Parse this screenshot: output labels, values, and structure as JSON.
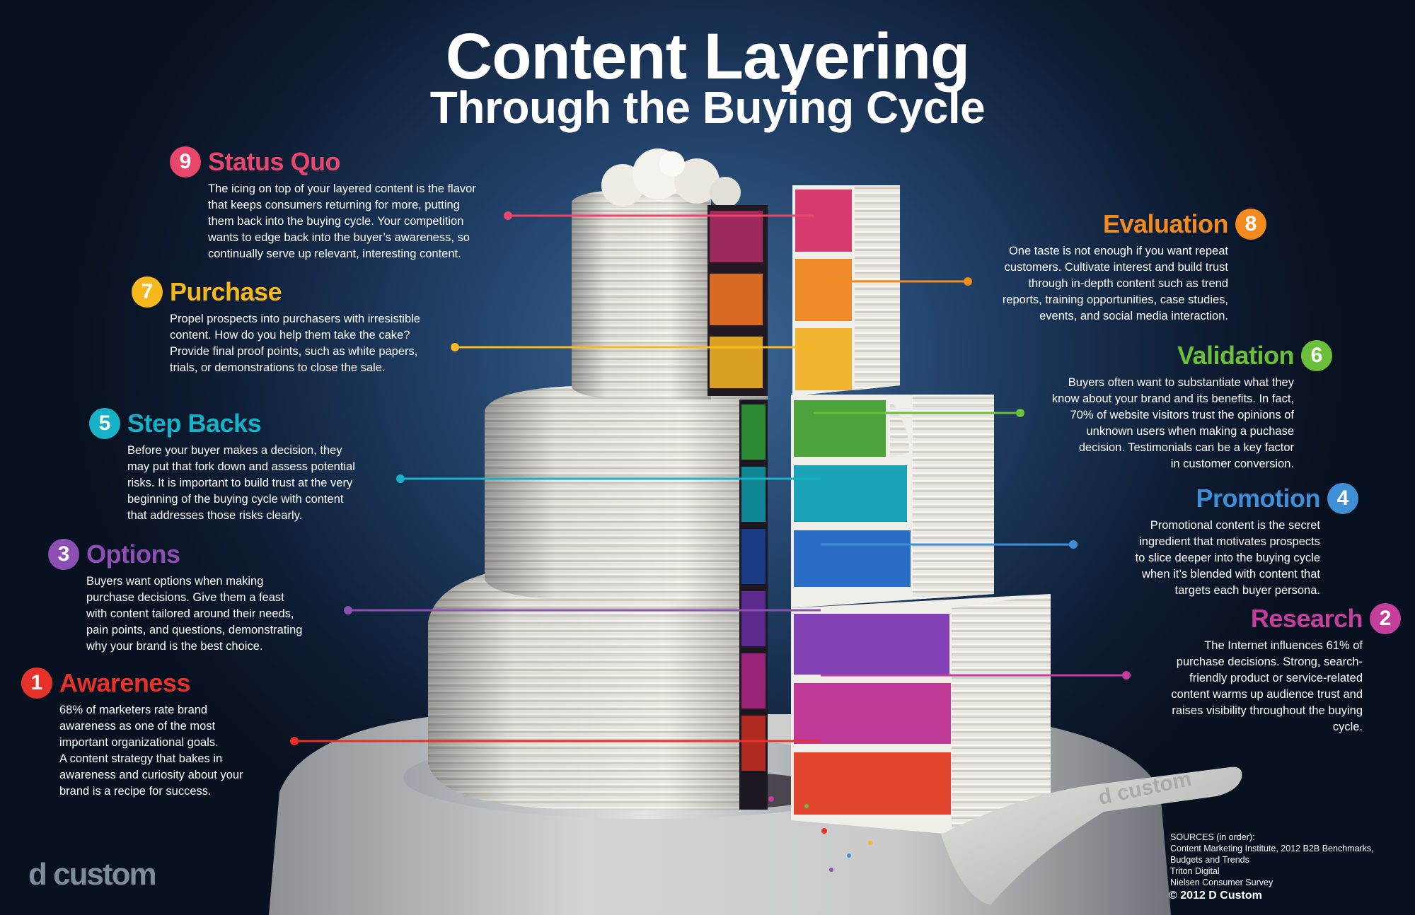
{
  "header": {
    "title": "Content Layering",
    "subtitle": "Through the Buying Cycle"
  },
  "colors": {
    "status_quo": "#e8466a",
    "evaluation": "#f38a1e",
    "purchase": "#f6b81c",
    "validation": "#6cbf3a",
    "step_backs": "#17b2c8",
    "promotion": "#3f8fd6",
    "options": "#8d4fb3",
    "research": "#c43e9c",
    "awareness": "#e6322b"
  },
  "stages": [
    {
      "key": "status_quo",
      "number": "9",
      "label": "Status Quo",
      "color": "#e8466a",
      "lines": [
        "The icing on top of your layered content is the flavor",
        "that keeps consumers returning for more, putting",
        "them back into the buying cycle. Your competition",
        "wants to edge back into the buyer’s awareness, so",
        "continually serve up relevant, interesting content."
      ]
    },
    {
      "key": "purchase",
      "number": "7",
      "label": "Purchase",
      "color": "#f6b81c",
      "lines": [
        "Propel prospects into purchasers with irresistible",
        "content. How do you help them take the cake?",
        "Provide final proof points, such as white papers,",
        "trials, or demonstrations to close the sale."
      ]
    },
    {
      "key": "step_backs",
      "number": "5",
      "label": "Step Backs",
      "color": "#17b2c8",
      "lines": [
        "Before your buyer makes a decision, they",
        "may put that fork down and assess potential",
        "risks. It is important to build trust at the very",
        "beginning of the buying cycle with content",
        "that addresses those risks clearly."
      ]
    },
    {
      "key": "options",
      "number": "3",
      "label": "Options",
      "color": "#8d4fb3",
      "lines": [
        "Buyers want options when making",
        "purchase decisions. Give them a feast",
        "with content tailored around their needs,",
        "pain points, and questions, demonstrating",
        "why your brand is the best choice."
      ]
    },
    {
      "key": "awareness",
      "number": "1",
      "label": "Awareness",
      "color": "#e6322b",
      "lines": [
        "68% of marketers rate brand",
        "awareness as one of the most",
        "important organizational goals.",
        "A content strategy that bakes in",
        "awareness and curiosity about your",
        "brand is a recipe for success."
      ]
    },
    {
      "key": "evaluation",
      "number": "8",
      "label": "Evaluation",
      "color": "#f38a1e",
      "lines": [
        "One taste is not enough if you want repeat",
        "customers. Cultivate interest and build trust",
        "through in-depth content such as trend",
        "reports, training opportunities, case studies,",
        "events, and social media interaction."
      ]
    },
    {
      "key": "validation",
      "number": "6",
      "label": "Validation",
      "color": "#6cbf3a",
      "lines": [
        "Buyers often want to substantiate what they",
        "know about your brand and its benefits. In fact,",
        "70% of website visitors trust the opinions of",
        "unknown users when making a puchase",
        "decision. Testimonials can be a key factor",
        "in customer conversion."
      ]
    },
    {
      "key": "promotion",
      "number": "4",
      "label": "Promotion",
      "color": "#3f8fd6",
      "lines": [
        "Promotional content is the secret",
        "ingredient that motivates prospects",
        "to slice deeper into the buying cycle",
        "when it’s blended with content that",
        "targets each buyer persona."
      ]
    },
    {
      "key": "research",
      "number": "2",
      "label": "Research",
      "color": "#c43e9c",
      "lines": [
        "The Internet influences 61% of",
        "purchase decisions. Strong, search-",
        "friendly product or service-related",
        "content warms up audience trust and",
        "raises visibility throughout the buying",
        "cycle."
      ]
    }
  ],
  "server_engraving": "d custom",
  "footer": {
    "brand_logo": "d custom",
    "sources": [
      "SOURCES (in order):",
      "Content Marketing Institute, 2012 B2B Benchmarks,",
      "Budgets and Trends",
      "Triton Digital",
      "Nielsen Consumer Survey"
    ],
    "copyright": "© 2012 D Custom"
  }
}
